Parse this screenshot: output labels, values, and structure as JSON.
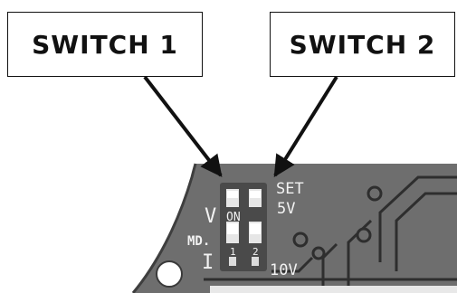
{
  "callouts": {
    "switch_1": "SWITCH 1",
    "switch_2": "SWITCH 2"
  },
  "board_labels": {
    "voltage_mode": "V",
    "on": "ON",
    "set": "SET",
    "set_value": "5V",
    "mode": "MD.",
    "current_mode": "I",
    "switch_1_number": "1",
    "switch_2_number": "2",
    "range_10v": "10V"
  },
  "colors": {
    "board": "#6e6e6e",
    "board_dark": "#4a4a4a",
    "trace": "#2e2e2e",
    "silkscreen": "#f2f2f2",
    "arrow": "#111111"
  },
  "icons": [
    "dip-switch-1-icon",
    "dip-switch-2-icon",
    "mounting-hole-icon",
    "arrow-icon"
  ]
}
